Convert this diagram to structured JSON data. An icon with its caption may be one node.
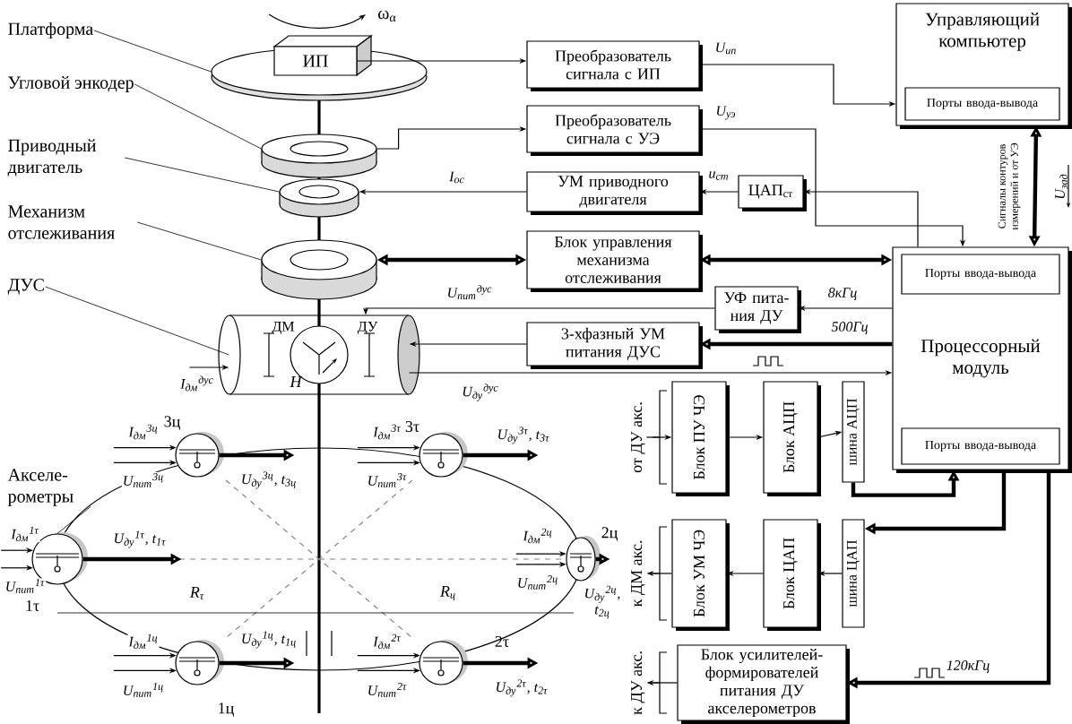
{
  "diagram": {
    "nodes": [
      {
        "text": [
          "Платформа"
        ]
      },
      {
        "text": [
          "Угловой энкодер"
        ]
      },
      {
        "text": [
          "Приводный двигатель"
        ]
      },
      {
        "text": [
          "Механизм отслеживания"
        ]
      },
      {
        "text": [
          "ДУС"
        ]
      },
      {
        "text": [
          "Акселе- рометры"
        ]
      },
      {
        "text": [],
        "shape": "ellipse"
      },
      {
        "text": [
          "ИП"
        ],
        "in": 6
      },
      {
        "text": [],
        "shape": "ring"
      },
      {
        "text": [],
        "shape": "ring"
      },
      {
        "text": [],
        "shape": "ring"
      },
      {
        "text": [],
        "shape": "cylinder"
      },
      {
        "text": [],
        "shape": "circle",
        "beside": [
          "3ц"
        ]
      },
      {
        "text": [],
        "shape": "circle",
        "beside": [
          "3τ"
        ]
      },
      {
        "text": [],
        "shape": "circle",
        "beside": [
          "1τ"
        ]
      },
      {
        "text": [],
        "shape": "circle",
        "beside": [
          "2ц"
        ]
      },
      {
        "text": [],
        "shape": "circle",
        "beside": [
          "1ц"
        ]
      },
      {
        "text": [],
        "shape": "circle",
        "beside": [
          "2τ"
        ]
      },
      {
        "text": [
          "Преобразователь сигнала с ИП"
        ]
      },
      {
        "text": [
          "Преобразователь сигнала с УЭ"
        ]
      },
      {
        "text": [
          "УМ приводного двигателя"
        ]
      },
      {
        "text": [
          "ЦАП$_{ст}$"
        ]
      },
      {
        "text": [
          "Блок управления механизма отслеживания"
        ]
      },
      {
        "text": [
          "УФ пита- ния ДУ"
        ]
      },
      {
        "text": [
          "3-хфазный УМ питания ДУС"
        ]
      },
      {
        "text": [
          "Управляющий компьютер"
        ]
      },
      {
        "text": [
          "Порты ввода-вывода"
        ],
        "in": 25
      },
      {
        "text": [
          "Процессорный модуль"
        ]
      },
      {
        "text": [
          "Порты ввода-вывода"
        ],
        "in": 27
      },
      {
        "text": [
          "Порты ввода-вывода"
        ],
        "in": 27
      },
      {
        "text": [
          "Блок ПУ ЧЭ"
        ]
      },
      {
        "text": [
          "Блок АЦП"
        ]
      },
      {
        "text": [
          "шина АЦП"
        ]
      },
      {
        "text": [
          "Блок УМ ЧЭ"
        ]
      },
      {
        "text": [
          "Блок ЦАП"
        ]
      },
      {
        "text": [
          "шина ЦАП"
        ]
      },
      {
        "text": [
          "Блок усилителей-формирователей питания ДУ акселерометров"
        ]
      },
      {
        "text": [
          "от ДУ акс."
        ]
      },
      {
        "text": [
          "к ДМ акс."
        ]
      },
      {
        "text": [
          "к ДУ акс."
        ]
      }
    ],
    "edges": [
      {
        "from": 0,
        "to": 6,
        "arrow": "none"
      },
      {
        "from": 1,
        "to": 8,
        "arrow": "none"
      },
      {
        "from": 2,
        "to": 9,
        "arrow": "none"
      },
      {
        "from": 3,
        "to": 10,
        "arrow": "none"
      },
      {
        "from": 4,
        "to": 11,
        "arrow": "none"
      },
      {
        "from": 5,
        "to": 14,
        "arrow": "none"
      },
      {
        "from": 7,
        "to": 18,
        "arrow": "to"
      },
      {
        "from": 8,
        "to": 19,
        "arrow": "to"
      },
      {
        "from": 18,
        "to": 25,
        "arrow": "to",
        "label": "U$_{ип}$"
      },
      {
        "from": 19,
        "to": 27,
        "arrow": "to",
        "label": "U$_{уэ}$"
      },
      {
        "from": 20,
        "to": 9,
        "arrow": "to",
        "label": "I$_{ос}$"
      },
      {
        "from": 21,
        "to": 20,
        "arrow": "to",
        "label": "u$_{ст}$"
      },
      {
        "from": 27,
        "to": 21,
        "arrow": "to"
      },
      {
        "from": 22,
        "to": 10,
        "arrow": "both",
        "style": "thick"
      },
      {
        "from": 22,
        "to": 27,
        "arrow": "both",
        "style": "thick"
      },
      {
        "from": 25,
        "to": 27,
        "arrow": "both",
        "style": "thick"
      },
      {
        "from": 27,
        "to": 23,
        "arrow": "to",
        "label": "8кГц"
      },
      {
        "from": 23,
        "to": 11,
        "arrow": "to",
        "label": "U$_{пит}$$^{дус}$"
      },
      {
        "from": 27,
        "to": 24,
        "arrow": "to",
        "style": "thick",
        "label": "500Гц"
      },
      {
        "from": 24,
        "to": 11,
        "arrow": "to"
      },
      {
        "from": 11,
        "to": 27,
        "arrow": "to",
        "label": "U$_{ду}$$^{дус}$"
      },
      {
        "from": null,
        "to": 11,
        "arrow": "to",
        "label": "I$_{дм}$$^{дус}$"
      },
      {
        "from": 30,
        "to": 31,
        "arrow": "to"
      },
      {
        "from": 31,
        "to": 32,
        "arrow": "to"
      },
      {
        "from": 32,
        "to": 27,
        "arrow": "to",
        "style": "thick"
      },
      {
        "from": 27,
        "to": 35,
        "arrow": "to",
        "style": "thick"
      },
      {
        "from": 35,
        "to": 34,
        "arrow": "to"
      },
      {
        "from": 34,
        "to": 33,
        "arrow": "to"
      },
      {
        "from": 27,
        "to": 36,
        "arrow": "to",
        "style": "thick",
        "label": "120кГц"
      },
      {
        "from": 37,
        "to": 30,
        "arrow": "to"
      },
      {
        "from": 33,
        "to": 38,
        "arrow": "to"
      },
      {
        "from": 36,
        "to": 39,
        "arrow": "to"
      },
      {
        "from": 12,
        "to": null,
        "arrow": "to",
        "style": "thick",
        "label": "U$_{ду}$$^{3ц}$, t$_{3ц}$"
      },
      {
        "from": null,
        "to": 12,
        "arrow": "to",
        "label": "I$_{дм}$$^{3ц}$"
      },
      {
        "from": null,
        "to": 12,
        "arrow": "to",
        "label": "U$_{пит}$$^{3ц}$"
      },
      {
        "from": 13,
        "to": null,
        "arrow": "to",
        "style": "thick",
        "label": "U$_{ду}$$^{3τ}$, t$_{3τ}$"
      },
      {
        "from": null,
        "to": 13,
        "arrow": "to",
        "label": "I$_{дм}$$^{3τ}$"
      },
      {
        "from": null,
        "to": 13,
        "arrow": "to",
        "label": "U$_{пит}$$^{3τ}$"
      },
      {
        "from": 14,
        "to": null,
        "arrow": "to",
        "style": "thick",
        "label": "U$_{ду}$$^{1τ}$, t$_{1τ}$"
      },
      {
        "from": null,
        "to": 14,
        "arrow": "to",
        "label": "I$_{дм}$$^{1τ}$"
      },
      {
        "from": null,
        "to": 14,
        "arrow": "to",
        "label": "U$_{пит}$$^{1τ}$"
      },
      {
        "from": 15,
        "to": null,
        "arrow": "to",
        "style": "thick",
        "label": "U$_{ду}$$^{2ц}$, t$_{2ц}$"
      },
      {
        "from": null,
        "to": 15,
        "arrow": "to",
        "label": "I$_{дм}$$^{2ц}$"
      },
      {
        "from": null,
        "to": 15,
        "arrow": "to",
        "label": "U$_{пит}$$^{2ц}$"
      },
      {
        "from": 16,
        "to": null,
        "arrow": "to",
        "style": "thick",
        "label": "U$_{ду}$$^{1ц}$, t$_{1ц}$"
      },
      {
        "from": null,
        "to": 16,
        "arrow": "to",
        "label": "I$_{дм}$$^{1ц}$"
      },
      {
        "from": null,
        "to": 16,
        "arrow": "to",
        "label": "U$_{пит}$$^{1ц}$"
      },
      {
        "from": 17,
        "to": null,
        "arrow": "to",
        "style": "thick",
        "label": "U$_{ду}$$^{2τ}$, t$_{2τ}$"
      },
      {
        "from": null,
        "to": 17,
        "arrow": "to",
        "label": "I$_{дм}$$^{2τ}$"
      },
      {
        "from": null,
        "to": 17,
        "arrow": "to",
        "label": "U$_{пит}$$^{2τ}$"
      }
    ],
    "labels": [
      "ω$_{α}$",
      "ДМ",
      "ДУ",
      "H",
      "Сигналы контуров измерений и от УЭ",
      "U$_{зад}$",
      "R$_{τ}$",
      "R$_{ц}$"
    ]
  }
}
